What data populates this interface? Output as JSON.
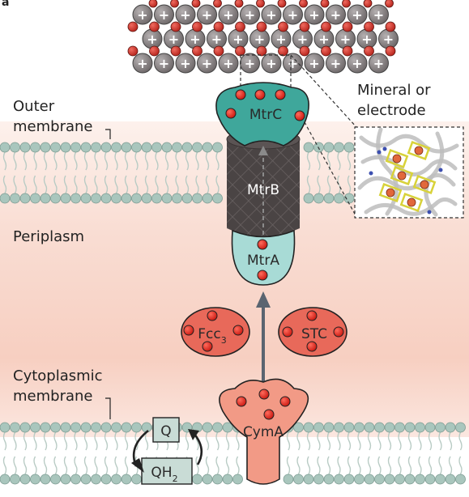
{
  "panel_label": "a",
  "labels": {
    "outer_membrane_line1": "Outer",
    "outer_membrane_line2": "membrane",
    "periplasm": "Periplasm",
    "cytoplasmic_membrane_line1": "Cytoplasmic",
    "cytoplasmic_membrane_line2": "membrane",
    "mineral_line1": "Mineral or",
    "mineral_line2": "electrode"
  },
  "proteins": {
    "mtrc": "MtrC",
    "mtrb": "MtrB",
    "mtra": "MtrA",
    "fcc3_base": "Fcc",
    "fcc3_sub": "3",
    "stc": "STC",
    "cyma": "CymA"
  },
  "quinone": {
    "oxidized": "Q",
    "reduced_base": "QH",
    "reduced_sub": "2"
  },
  "mineral_charge_symbol": "+",
  "colors": {
    "periplasm_top": "#fbe6e0",
    "periplasm_mid": "#f8d2c6",
    "lipid_head": "#a9c6bd",
    "lipid_tail": "#b8cbc4",
    "mtrc_fill": "#3fa79b",
    "mtra_fill": "#a8dbd6",
    "mtrb_fill": "#4a4444",
    "redox_protein_fill": "#e8695a",
    "cyma_fill": "#f29a86",
    "heme_red": "#e2251c",
    "mineral_large": "#7e7879",
    "mineral_small": "#c13a30",
    "arrow": "#5a6470"
  }
}
